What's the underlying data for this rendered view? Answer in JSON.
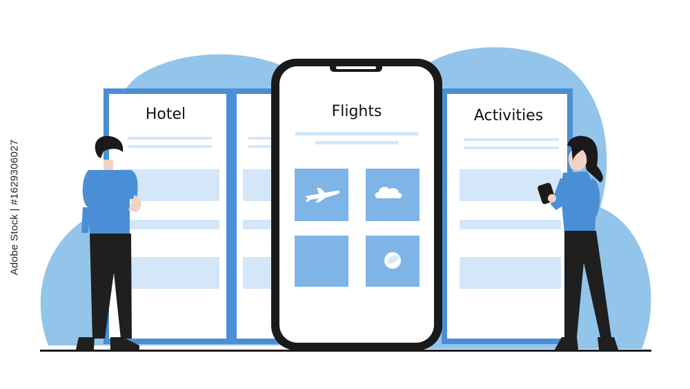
{
  "panels": {
    "hotel": {
      "title": "Hotel"
    },
    "flights": {
      "title": "Flights"
    },
    "activities": {
      "title": "Activities"
    }
  },
  "stock_id": "Adobe Stock | #1629306027",
  "colors": {
    "blob": "#93c4ea",
    "panel_border": "#4a8fd6",
    "placeholder": "#d3e7f8",
    "tile": "#7fb4e6",
    "phone_frame": "#1a1a1a",
    "shirt": "#4a8fd6",
    "pants": "#1f1f1f"
  },
  "icons": [
    "airplane-icon",
    "cloud-icon",
    "globe-icon"
  ]
}
